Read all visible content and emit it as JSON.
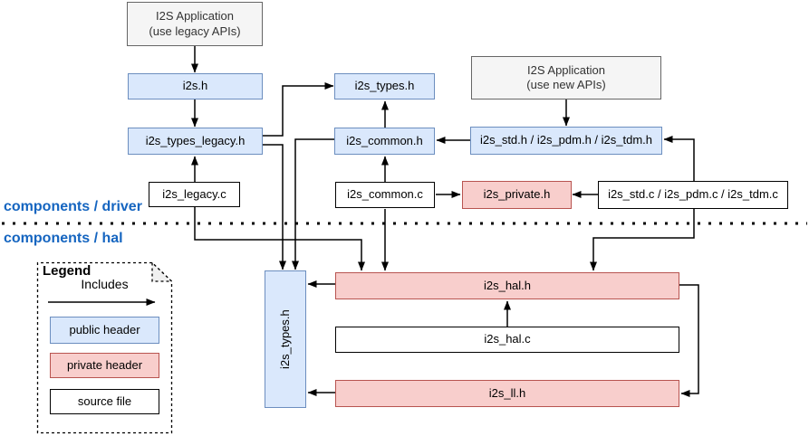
{
  "labels": {
    "driver": "components / driver",
    "hal": "components / hal"
  },
  "boxes": {
    "app_legacy_line1": "I2S Application",
    "app_legacy_line2": "(use legacy APIs)",
    "app_new_line1": "I2S Application",
    "app_new_line2": "(use new APIs)",
    "i2s_h": "i2s.h",
    "i2s_types_legacy_h": "i2s_types_legacy.h",
    "i2s_legacy_c": "i2s_legacy.c",
    "i2s_types_h_driver": "i2s_types.h",
    "i2s_common_h": "i2s_common.h",
    "i2s_common_c": "i2s_common.c",
    "i2s_std_h": "i2s_std.h / i2s_pdm.h / i2s_tdm.h",
    "i2s_private_h": "i2s_private.h",
    "i2s_std_c": "i2s_std.c / i2s_pdm.c / i2s_tdm.c",
    "i2s_types_h_hal": "i2s_types.h",
    "i2s_hal_h": "i2s_hal.h",
    "i2s_hal_c": "i2s_hal.c",
    "i2s_ll_h": "i2s_ll.h"
  },
  "legend": {
    "title": "Legend",
    "arrow_label": "Includes",
    "public_header": "public header",
    "private_header": "private header",
    "source_file": "source file"
  },
  "colors": {
    "public_header_fill": "#dae8fc",
    "public_header_border": "#6c8ebf",
    "private_header_fill": "#f8cecc",
    "private_header_border": "#b85450",
    "app_box_fill": "#f5f5f5",
    "app_box_border": "#666666",
    "source_file_fill": "#ffffff",
    "source_file_border": "#000000",
    "section_label_text": "#1565c0",
    "connector": "#000000"
  }
}
